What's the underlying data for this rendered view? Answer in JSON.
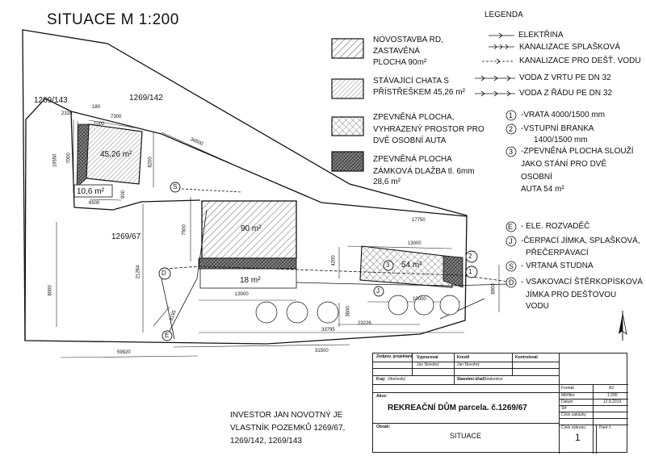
{
  "title": "SITUACE M 1:200",
  "legend": {
    "heading": "LEGENDA",
    "lines": [
      {
        "label": "ELEKTŘINA"
      },
      {
        "label": "KANALIZACE SPLAŠKOVÁ"
      },
      {
        "label": "KANALIZACE PRO DEŠŤ. VODU"
      },
      {
        "label": "VODA Z VRTU PE DN 32"
      },
      {
        "label": "VODA Z ŘÁDU PE DN 32"
      }
    ],
    "hatch": [
      {
        "lines": [
          "NOVOSTAVBA RD,",
          "ZASTAVĚNÁ",
          "PLOCHA 90m²"
        ]
      },
      {
        "lines": [
          "STÁVAJÍCÍ CHATA S",
          "PŘÍSTŘEŠKEM 45,26 m²"
        ]
      },
      {
        "lines": [
          "ZPEVNĚNÁ PLOCHA,",
          "VYHRAZENÝ PROSTOR PRO",
          "DVĚ OSOBNÍ AUTA"
        ]
      },
      {
        "lines": [
          "ZPEVNĚNÁ PLOCHA",
          "ZÁMKOVÁ DLAŽBA tl. 6mm",
          "28,6 m²"
        ]
      }
    ],
    "numbered": [
      {
        "num": "1",
        "lines": [
          "-VRATA 4000/1500 mm"
        ]
      },
      {
        "num": "2",
        "lines": [
          "-VSTUPNÍ BRANKA",
          "1400/1500 mm"
        ]
      },
      {
        "num": "3",
        "lines": [
          "-ZPEVNĚNÁ PLOCHA SLOUŽÍ",
          "JAKO STÁNÍ PRO DVĚ",
          "OSOBNÍ",
          "AUTA 54 m²"
        ]
      }
    ],
    "lettered": [
      {
        "letter": "E",
        "lines": [
          "- ELE. ROZVADĚČ"
        ]
      },
      {
        "letter": "J",
        "lines": [
          "-ČERPACÍ JÍMKA, SPLAŠKOVÁ,",
          "PŘEČERPÁVACÍ"
        ]
      },
      {
        "letter": "S",
        "lines": [
          "- VRTANÁ STUDNA"
        ]
      },
      {
        "letter": "D",
        "lines": [
          "- VSAKOVACÍ ŠTĚRKOPÍSKOVÁ",
          "JÍMKA PRO DEŠŤOVOU",
          "VODU"
        ]
      }
    ]
  },
  "parcels": {
    "p1": "1269/143",
    "p2": "1269/142",
    "p3": "1269/67"
  },
  "areas": {
    "chata": "45,26 m²",
    "dlazba": "10,6 m²",
    "novostavba": "90 m²",
    "dlazba2": "18 m²",
    "parking": "54 m²"
  },
  "dims": {
    "d180": "180",
    "d7300": "7300",
    "d1000": "1000",
    "d2310": "2310",
    "d7000": "7000",
    "d8200": "8200",
    "d19550": "19550",
    "d6500": "6500",
    "d900": "900",
    "d36500": "36500",
    "d7500": "7500",
    "d21264": "21264",
    "d13000": "13000",
    "d17750": "17750",
    "d4200": "4200",
    "d13000b": "13000",
    "d10000": "10000",
    "d6900": "6900",
    "d8000": "8000",
    "d3600": "3600",
    "d23226": "23226",
    "d33795": "33795",
    "d8195": "8195",
    "d31500": "31500",
    "d59920": "59920"
  },
  "markers": {
    "s": "S",
    "d": "D",
    "e": "E",
    "j": "J",
    "m1": "1",
    "m2": "2",
    "m3": "3",
    "d_leg": "D"
  },
  "investor": [
    "INVESTOR JAN NOVOTNÝ JE",
    "VLASTNÍK POZEMKŮ 1269/67,",
    "1269/142, 1269/143"
  ],
  "titleblock": {
    "h_zodp": "Zodpov. projektant",
    "h_vyprac": "Vypracoval",
    "h_kreslil": "Kreslil",
    "h_kontrol": "Kontroloval",
    "v_vyprac": "Jan Novotný",
    "v_kreslil": "Jan Novotný",
    "kraj_lbl": "Kraj:",
    "kraj_val": "Jihočeský",
    "stav_lbl": "Stavební úřad:",
    "stav_val": "Strakonice",
    "akce_lbl": "Akce:",
    "akce_val": "REKREAČNÍ DŮM  parcela. č.1269/67",
    "obsah_lbl": "Obsah:",
    "obsah_val": "SITUACE",
    "format_lbl": "Formát",
    "format_val": "A3",
    "meritko_lbl": "Měřítko",
    "meritko_val": "1:200",
    "datum_lbl": "Datum",
    "datum_val": "12.8.2019",
    "stupen_lbl": "Stř",
    "zakazka_lbl": "Číslo zakázky",
    "vykres_lbl": "Číslo výkresu:",
    "vykres_val": "1",
    "pare_lbl": "Paré č."
  },
  "colors": {
    "ink": "#111111",
    "hatch": "#333333",
    "dense": "#222222"
  }
}
